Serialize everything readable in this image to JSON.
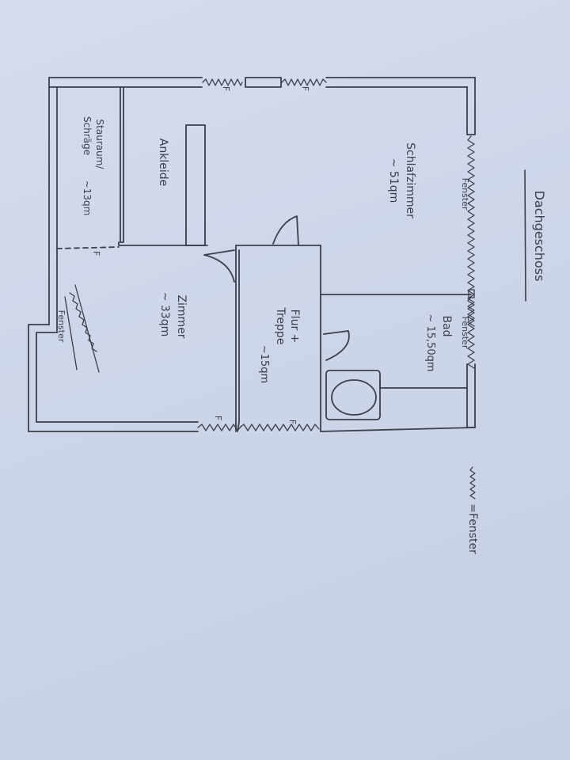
{
  "plan": {
    "title": "Dachgeschoss",
    "legend": {
      "label": "=Fenster",
      "symbol_icon": "window-zigzag-icon"
    },
    "rooms": {
      "schlafzimmer": {
        "name": "Schlafzimmer",
        "area": "~ 51qm"
      },
      "ankleide": {
        "name": "Ankleide"
      },
      "stauraum": {
        "name": "Stauraum/",
        "name2": "Schräge",
        "area": "~13qm"
      },
      "zimmer": {
        "name": "Zimmer",
        "area": "~ 33qm"
      },
      "flur": {
        "name": "Flur +",
        "name2": "Treppe",
        "area": "~15qm"
      },
      "bad": {
        "name": "Bad",
        "area": "~ 15,50qm"
      }
    },
    "window_labels": {
      "fenster_1": "Fenster",
      "fenster_2": "Fenster",
      "fenster_3": "Fenster"
    },
    "marks": {
      "f1": "F",
      "f2": "F",
      "f3": "F",
      "f4": "F",
      "f5": "F"
    }
  },
  "colors": {
    "ink": "#3c3f4a",
    "paper": "#cfd7ea"
  }
}
